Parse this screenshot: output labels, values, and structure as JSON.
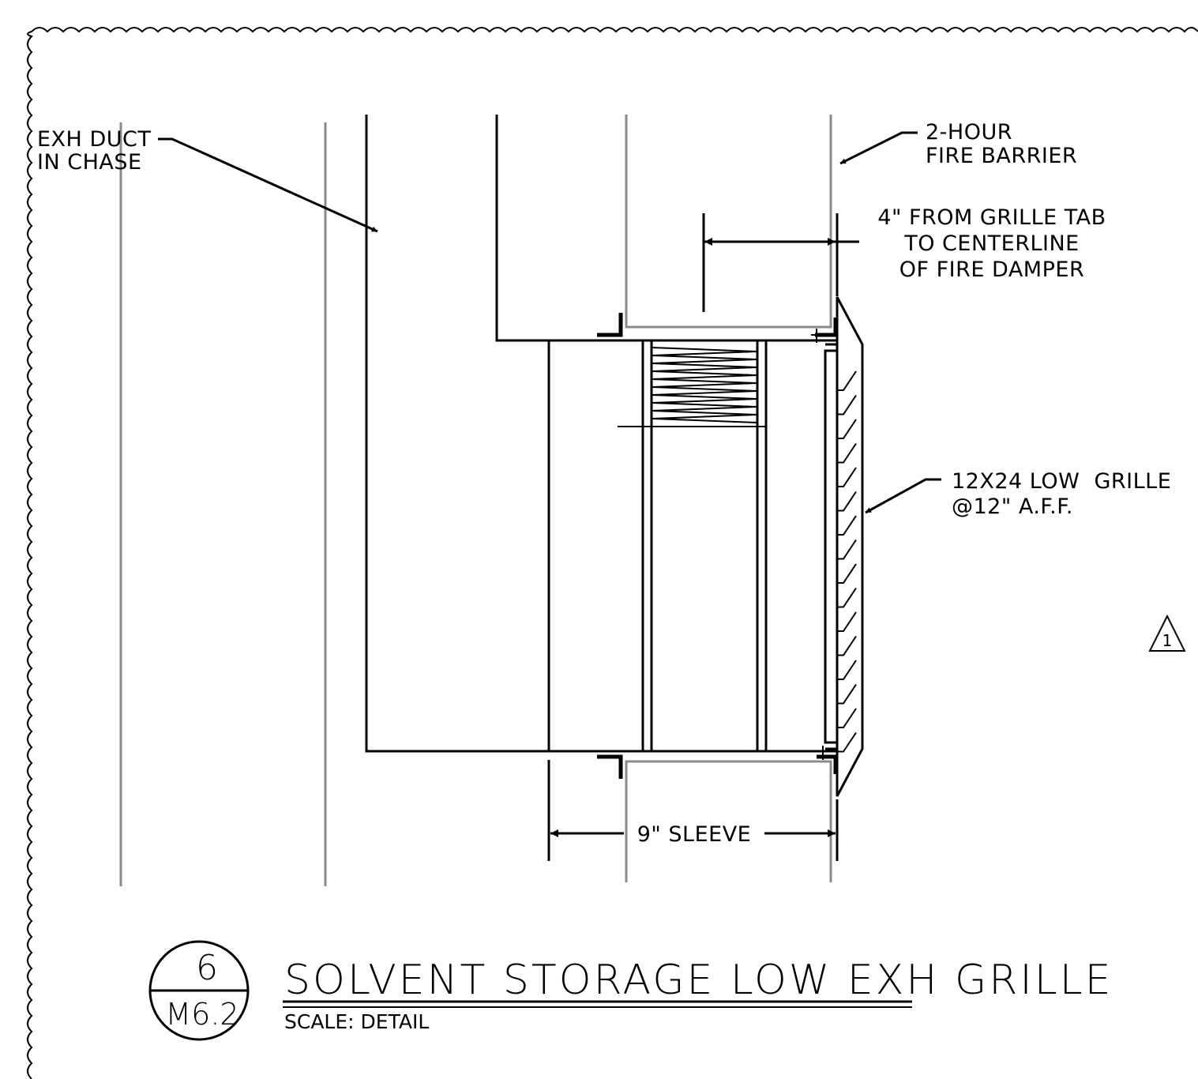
{
  "detail": {
    "number": "6",
    "sheet": "M6.2",
    "title": "SOLVENT STORAGE LOW EXH GRILLE",
    "scale": "SCALE: DETAIL"
  },
  "callouts": {
    "exh_duct": [
      "EXH DUCT",
      "IN CHASE"
    ],
    "fire_barrier": [
      "2-HOUR",
      "FIRE BARRIER"
    ],
    "grille_tab": [
      "4\" FROM GRILLE TAB",
      "TO CENTERLINE",
      "OF FIRE DAMPER"
    ],
    "low_grille": [
      "12X24 LOW  GRILLE",
      "@12\" A.F.F."
    ],
    "sleeve": "9\" SLEEVE"
  },
  "revision": {
    "number": "1"
  }
}
